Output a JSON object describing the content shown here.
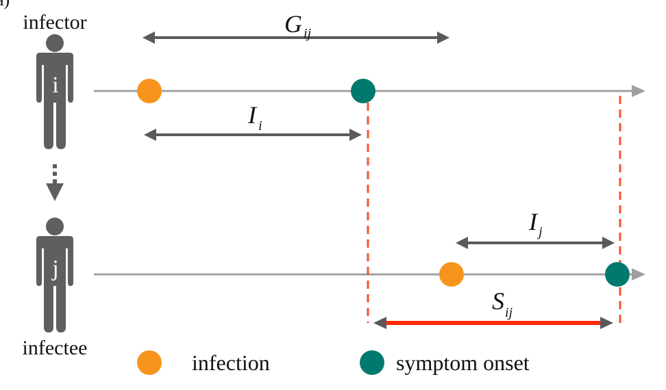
{
  "panel_label": "a)",
  "infector": {
    "label": "infector",
    "glyph": "i"
  },
  "infectee": {
    "label": "infectee",
    "glyph": "j"
  },
  "intervals": {
    "generation": {
      "symbol": "G",
      "sub": "ij"
    },
    "incubation_i": {
      "symbol": "I",
      "sub": "i"
    },
    "incubation_j": {
      "symbol": "I",
      "sub": "j"
    },
    "serial": {
      "symbol": "S",
      "sub": "ij"
    }
  },
  "legend": {
    "infection": "infection",
    "symptom_onset": "symptom onset"
  },
  "colors": {
    "infection": "#F7941D",
    "symptom_onset": "#007A6E",
    "serial_interval": "#FF2A00",
    "dashed": "#F4512C",
    "arrow": "#5A5A5A",
    "timeline": "#A0A0A0",
    "person": "#5F5F5F"
  }
}
